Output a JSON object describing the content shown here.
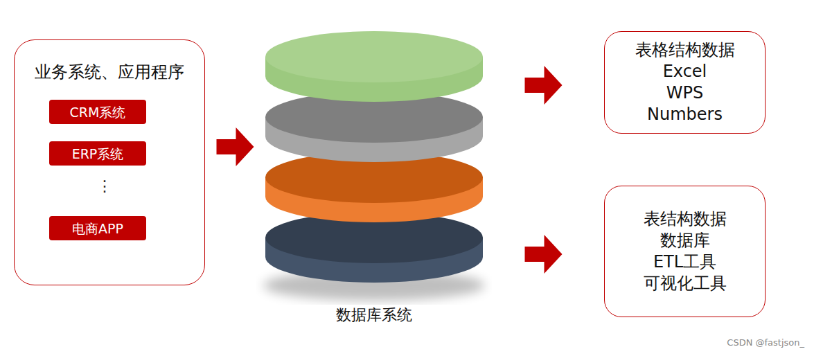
{
  "diagram": {
    "nodes": [
      {
        "text": [
          "业务系统、应用程序"
        ]
      },
      {
        "text": [
          "CRM系统"
        ],
        "in": 0
      },
      {
        "text": [
          "ERP系统"
        ],
        "in": 0
      },
      {
        "text": [
          "电商APP"
        ],
        "in": 0
      },
      {
        "text": [
          "数据库系统"
        ]
      },
      {
        "text": [
          "表格结构数据",
          "Excel",
          "WPS",
          "Numbers"
        ]
      },
      {
        "text": [
          "表结构数据",
          "数据库",
          "ETL工具",
          "可视化工具"
        ]
      }
    ],
    "edges": [
      {
        "from": 0,
        "to": 4,
        "arrow": "to"
      },
      {
        "from": 4,
        "to": 5,
        "arrow": "to"
      },
      {
        "from": 4,
        "to": 6,
        "arrow": "to"
      }
    ],
    "labels": [
      "⋮",
      "CSDN @fastjson_"
    ]
  }
}
